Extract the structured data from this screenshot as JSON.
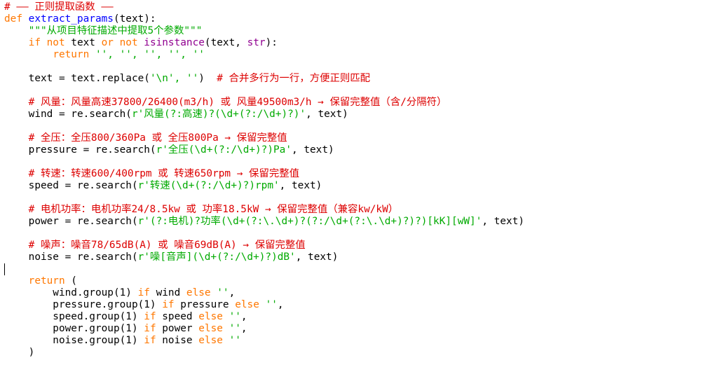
{
  "editor": {
    "lines": [
      [
        {
          "t": "# —— 正则提取函数 ——",
          "c": "comment"
        }
      ],
      [
        {
          "t": "def ",
          "c": "kw"
        },
        {
          "t": "extract_params",
          "c": "def"
        },
        {
          "t": "(text):",
          "c": "plain"
        }
      ],
      [
        {
          "t": "    \"\"\"从项目特征描述中提取5个参数\"\"\"",
          "c": "str"
        }
      ],
      [
        {
          "t": "    ",
          "c": "plain"
        },
        {
          "t": "if not",
          "c": "kw"
        },
        {
          "t": " text ",
          "c": "plain"
        },
        {
          "t": "or not",
          "c": "kw"
        },
        {
          "t": " ",
          "c": "plain"
        },
        {
          "t": "isinstance",
          "c": "builtin"
        },
        {
          "t": "(text, ",
          "c": "plain"
        },
        {
          "t": "str",
          "c": "builtin"
        },
        {
          "t": "):",
          "c": "plain"
        }
      ],
      [
        {
          "t": "        ",
          "c": "plain"
        },
        {
          "t": "return",
          "c": "kw"
        },
        {
          "t": " '', '', '', '', ''",
          "c": "str"
        }
      ],
      [],
      [
        {
          "t": "    text = text.replace(",
          "c": "plain"
        },
        {
          "t": "'\\n', ''",
          "c": "str"
        },
        {
          "t": ")  ",
          "c": "plain"
        },
        {
          "t": "# 合并多行为一行，方便正则匹配",
          "c": "comment"
        }
      ],
      [],
      [
        {
          "t": "    # 风量：风量高速37800/26400(m3/h) 或 风量49500m3/h → 保留完整值（含/分隔符）",
          "c": "comment"
        }
      ],
      [
        {
          "t": "    wind = re.search(",
          "c": "plain"
        },
        {
          "t": "r'风量(?:高速)?(\\d+(?:/\\d+)?)'",
          "c": "str"
        },
        {
          "t": ", text)",
          "c": "plain"
        }
      ],
      [],
      [
        {
          "t": "    # 全压：全压800/360Pa 或 全压800Pa → 保留完整值",
          "c": "comment"
        }
      ],
      [
        {
          "t": "    pressure = re.search(",
          "c": "plain"
        },
        {
          "t": "r'全压(\\d+(?:/\\d+)?)Pa'",
          "c": "str"
        },
        {
          "t": ", text)",
          "c": "plain"
        }
      ],
      [],
      [
        {
          "t": "    # 转速：转速600/400rpm 或 转速650rpm → 保留完整值",
          "c": "comment"
        }
      ],
      [
        {
          "t": "    speed = re.search(",
          "c": "plain"
        },
        {
          "t": "r'转速(\\d+(?:/\\d+)?)rpm'",
          "c": "str"
        },
        {
          "t": ", text)",
          "c": "plain"
        }
      ],
      [],
      [
        {
          "t": "    # 电机功率：电机功率24/8.5kw 或 功率18.5kW → 保留完整值（兼容kw/kW）",
          "c": "comment"
        }
      ],
      [
        {
          "t": "    power = re.search(",
          "c": "plain"
        },
        {
          "t": "r'(?:电机)?功率(\\d+(?:\\.\\d+)?(?:/\\d+(?:\\.\\d+)?)?)[kK][wW]'",
          "c": "str"
        },
        {
          "t": ", text)",
          "c": "plain"
        }
      ],
      [],
      [
        {
          "t": "    # 噪声：噪音78/65dB(A) 或 噪音69dB(A) → 保留完整值",
          "c": "comment"
        }
      ],
      [
        {
          "t": "    noise = re.search(",
          "c": "plain"
        },
        {
          "t": "r'噪[音声](\\d+(?:/\\d+)?)dB'",
          "c": "str"
        },
        {
          "t": ", text)",
          "c": "plain"
        }
      ],
      [],
      [
        {
          "t": "    ",
          "c": "plain"
        },
        {
          "t": "return",
          "c": "kw"
        },
        {
          "t": " (",
          "c": "plain"
        }
      ],
      [
        {
          "t": "        wind.group(1) ",
          "c": "plain"
        },
        {
          "t": "if",
          "c": "kw"
        },
        {
          "t": " wind ",
          "c": "plain"
        },
        {
          "t": "else",
          "c": "kw"
        },
        {
          "t": " ",
          "c": "plain"
        },
        {
          "t": "''",
          "c": "str"
        },
        {
          "t": ",",
          "c": "plain"
        }
      ],
      [
        {
          "t": "        pressure.group(1) ",
          "c": "plain"
        },
        {
          "t": "if",
          "c": "kw"
        },
        {
          "t": " pressure ",
          "c": "plain"
        },
        {
          "t": "else",
          "c": "kw"
        },
        {
          "t": " ",
          "c": "plain"
        },
        {
          "t": "''",
          "c": "str"
        },
        {
          "t": ",",
          "c": "plain"
        }
      ],
      [
        {
          "t": "        speed.group(1) ",
          "c": "plain"
        },
        {
          "t": "if",
          "c": "kw"
        },
        {
          "t": " speed ",
          "c": "plain"
        },
        {
          "t": "else",
          "c": "kw"
        },
        {
          "t": " ",
          "c": "plain"
        },
        {
          "t": "''",
          "c": "str"
        },
        {
          "t": ",",
          "c": "plain"
        }
      ],
      [
        {
          "t": "        power.group(1) ",
          "c": "plain"
        },
        {
          "t": "if",
          "c": "kw"
        },
        {
          "t": " power ",
          "c": "plain"
        },
        {
          "t": "else",
          "c": "kw"
        },
        {
          "t": " ",
          "c": "plain"
        },
        {
          "t": "''",
          "c": "str"
        },
        {
          "t": ",",
          "c": "plain"
        }
      ],
      [
        {
          "t": "        noise.group(1) ",
          "c": "plain"
        },
        {
          "t": "if",
          "c": "kw"
        },
        {
          "t": " noise ",
          "c": "plain"
        },
        {
          "t": "else",
          "c": "kw"
        },
        {
          "t": " ",
          "c": "plain"
        },
        {
          "t": "''",
          "c": "str"
        }
      ],
      [
        {
          "t": "    )",
          "c": "plain"
        }
      ]
    ],
    "colors": {
      "comment": "#dd0000",
      "keyword": "#ff7700",
      "definition": "#0000ff",
      "builtin": "#900090",
      "string": "#00aa00",
      "plain": "#000000",
      "background": "#ffffff"
    }
  }
}
